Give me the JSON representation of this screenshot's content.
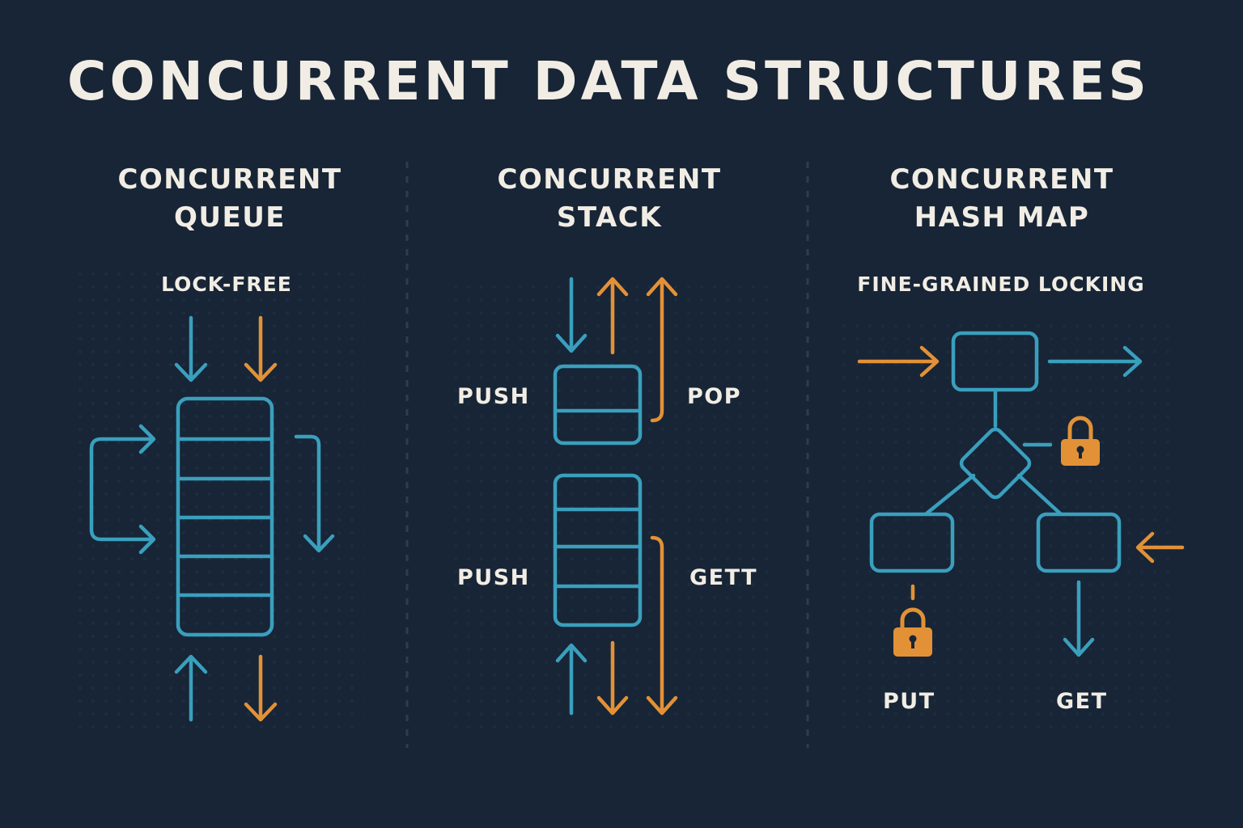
{
  "title": "CONCURRENT DATA STRUCTURES",
  "colors": {
    "background": "#172536",
    "text": "#f2ede4",
    "accent_blue": "#3a9fbd",
    "accent_orange": "#e39136"
  },
  "panels": [
    {
      "heading_line1": "CONCURRENT",
      "heading_line2": "QUEUE",
      "subtitle": "LOCK-FREE"
    },
    {
      "heading_line1": "CONCURRENT",
      "heading_line2": "STACK",
      "labels": [
        "PUSH",
        "POP",
        "PUSH",
        "GETT"
      ]
    },
    {
      "heading_line1": "CONCURRENT",
      "heading_line2": "HASH MAP",
      "subtitle": "FINE-GRAINED LOCKING",
      "labels": [
        "PUT",
        "GET"
      ],
      "icons": [
        "lock-icon",
        "lock-icon"
      ]
    }
  ]
}
